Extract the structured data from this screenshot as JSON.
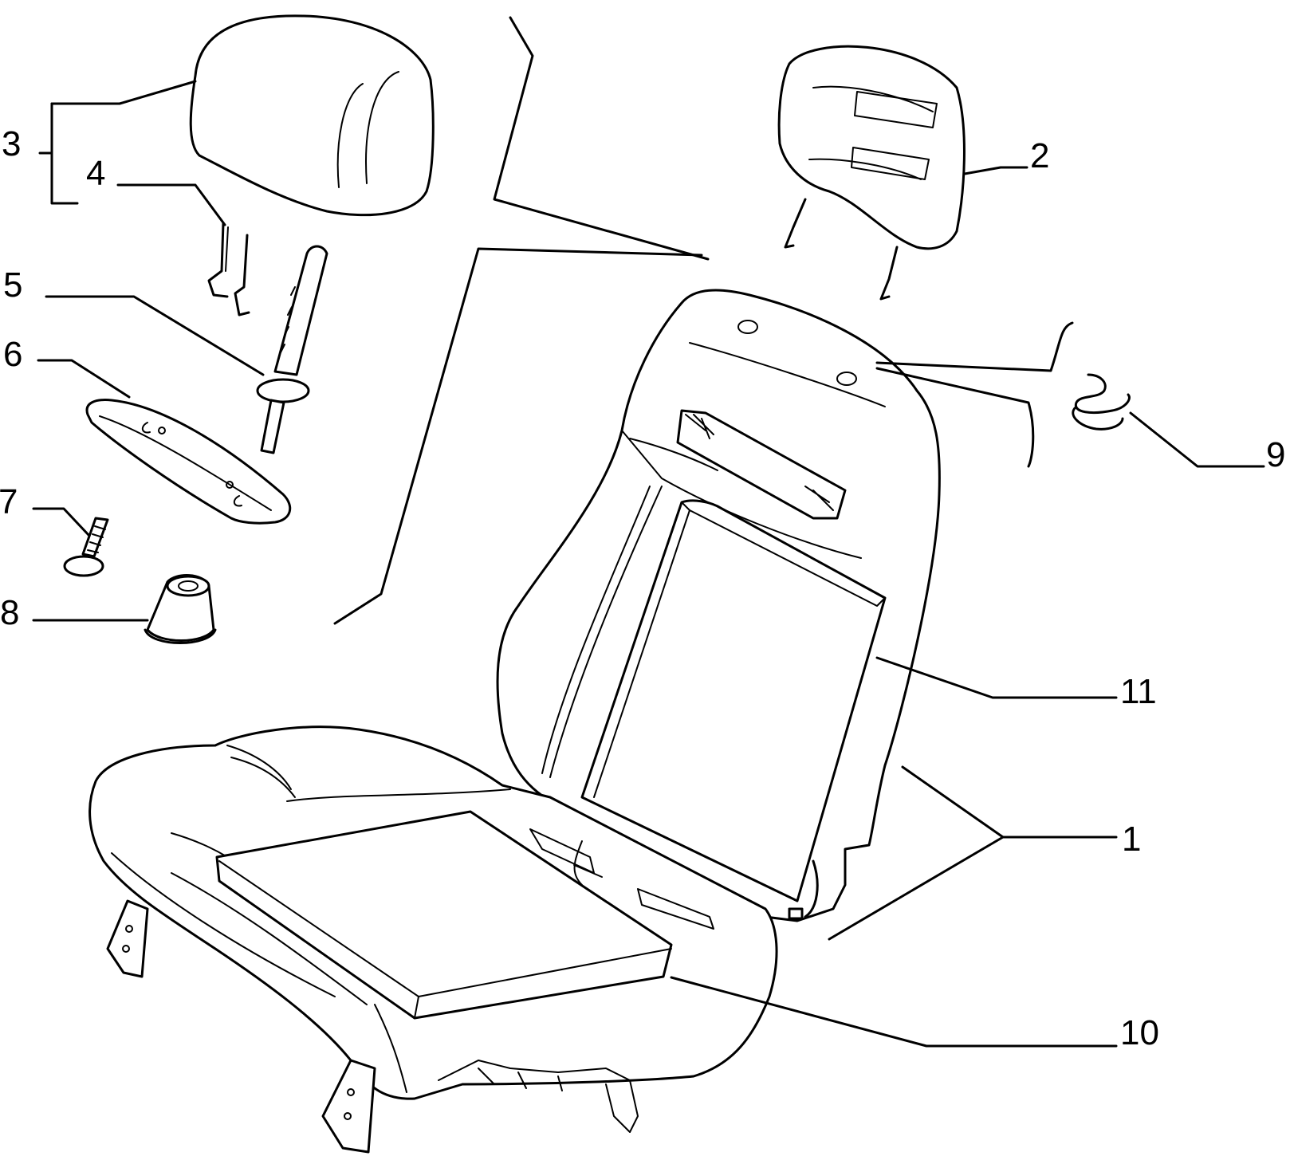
{
  "callouts": [
    {
      "id": "1",
      "text": "1"
    },
    {
      "id": "2",
      "text": "2"
    },
    {
      "id": "3",
      "text": "3"
    },
    {
      "id": "4",
      "text": "4"
    },
    {
      "id": "5",
      "text": "5"
    },
    {
      "id": "6",
      "text": "6"
    },
    {
      "id": "7",
      "text": "7"
    },
    {
      "id": "8",
      "text": "8"
    },
    {
      "id": "9",
      "text": "9"
    },
    {
      "id": "10",
      "text": "10"
    },
    {
      "id": "11",
      "text": "11"
    }
  ],
  "colors": {
    "ink": "#000000",
    "paper": "#ffffff"
  }
}
